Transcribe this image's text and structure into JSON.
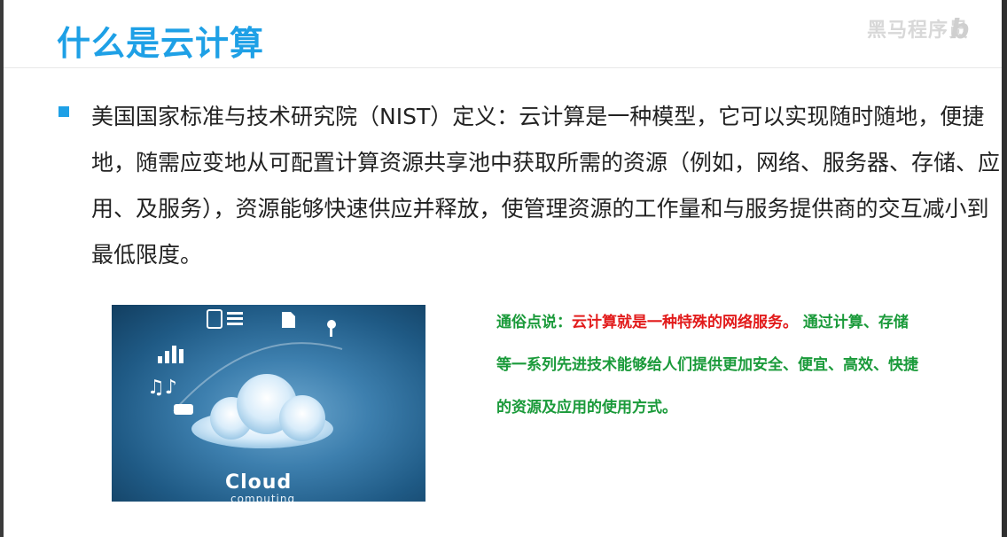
{
  "slide": {
    "title": "什么是云计算",
    "watermark": "黑马程序员",
    "definition": "美国国家标准与技术研究院（NIST）定义：云计算是一种模型，它可以实现随时随地，便捷地，随需应变地从可配置计算资源共享池中获取所需的资源（例如，网络、服务器、存储、应用、及服务），资源能够快速供应并释放，使管理资源的工作量和与服务提供商的交互减小到最低限度。",
    "image": {
      "label": "Cloud",
      "sublabel": "computing"
    },
    "plain": {
      "prefix": "通俗点说：",
      "highlight": "云计算就是一种特殊的网络服务。",
      "rest": " 通过计算、存储等一系列先进技术能够给人们提供更加安全、便宜、高效、快捷的资源及应用的使用方式。"
    }
  },
  "colors": {
    "title": "#1ea0e6",
    "bullet": "#1ea0e6",
    "plain_text": "#1a9a3a",
    "highlight": "#e21b1b"
  }
}
